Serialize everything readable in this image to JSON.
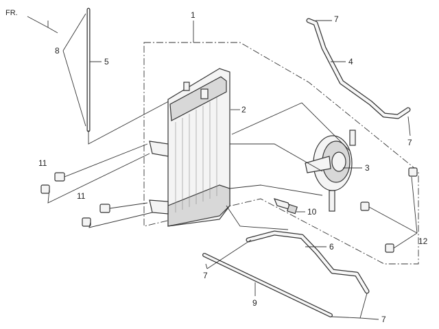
{
  "direction_label": "FR.",
  "callouts": {
    "radiator_assembly": "1",
    "radiator": "2",
    "cooling_fan": "3",
    "upper_hose": "4",
    "overflow_tube": "5",
    "lower_hose": "6",
    "clamp_top": "7",
    "clamp_right": "7",
    "clamp_left": "7",
    "clamp_bottom": "7",
    "grommet": "8",
    "bypass_pipe": "9",
    "thermo_switch": "10",
    "bolt_upper": "11",
    "bolt_lower": "11",
    "fan_bolt": "12"
  }
}
